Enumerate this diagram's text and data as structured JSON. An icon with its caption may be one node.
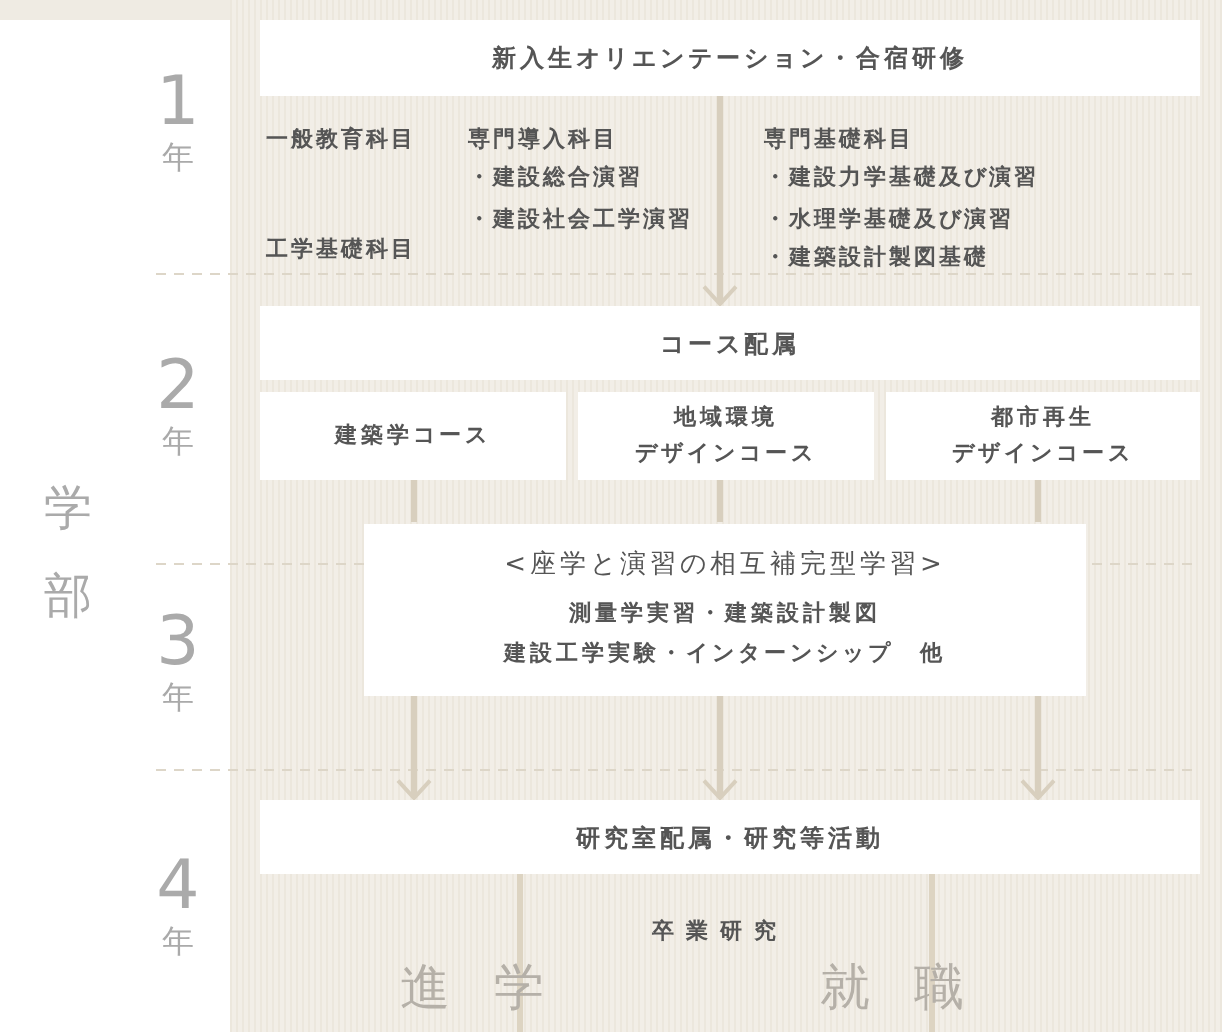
{
  "diagram": {
    "nodes": [
      {
        "text": [
          "新入生オリエンテーション・合宿研修"
        ]
      },
      {
        "text": [
          "コース配属"
        ]
      },
      {
        "text": [
          "建築学コース"
        ]
      },
      {
        "text": [
          "地域環境",
          "デザインコース"
        ]
      },
      {
        "text": [
          "都市再生",
          "デザインコース"
        ]
      },
      {
        "text": [
          "<座学と演習の相互補完型学習>",
          "測量学実習・建築設計製図",
          "建設工学実験・インターンシップ　他"
        ]
      },
      {
        "text": [
          "研究室配属・研究等活動"
        ]
      }
    ],
    "edges": [
      {
        "from": 0,
        "to": 1,
        "arrow": "to"
      },
      {
        "from": 2,
        "to": 5,
        "arrow": "none"
      },
      {
        "from": 3,
        "to": 5,
        "arrow": "none"
      },
      {
        "from": 4,
        "to": 5,
        "arrow": "none"
      },
      {
        "from": 5,
        "to": 6,
        "arrow": "to"
      },
      {
        "from": 5,
        "to": 6,
        "arrow": "to"
      },
      {
        "from": 5,
        "to": 6,
        "arrow": "to"
      }
    ],
    "labels": [
      "学部",
      "1",
      "年",
      "一般教育科目",
      "専門導入科目",
      "・建設総合演習",
      "・建設社会工学演習",
      "専門基礎科目",
      "・建設力学基礎及び演習",
      "・水理学基礎及び演習",
      "工学基礎科目",
      "・建築設計製図基礎",
      "2",
      "年",
      "3",
      "年",
      "4",
      "年",
      "卒業研究",
      "進学",
      "就職"
    ]
  }
}
